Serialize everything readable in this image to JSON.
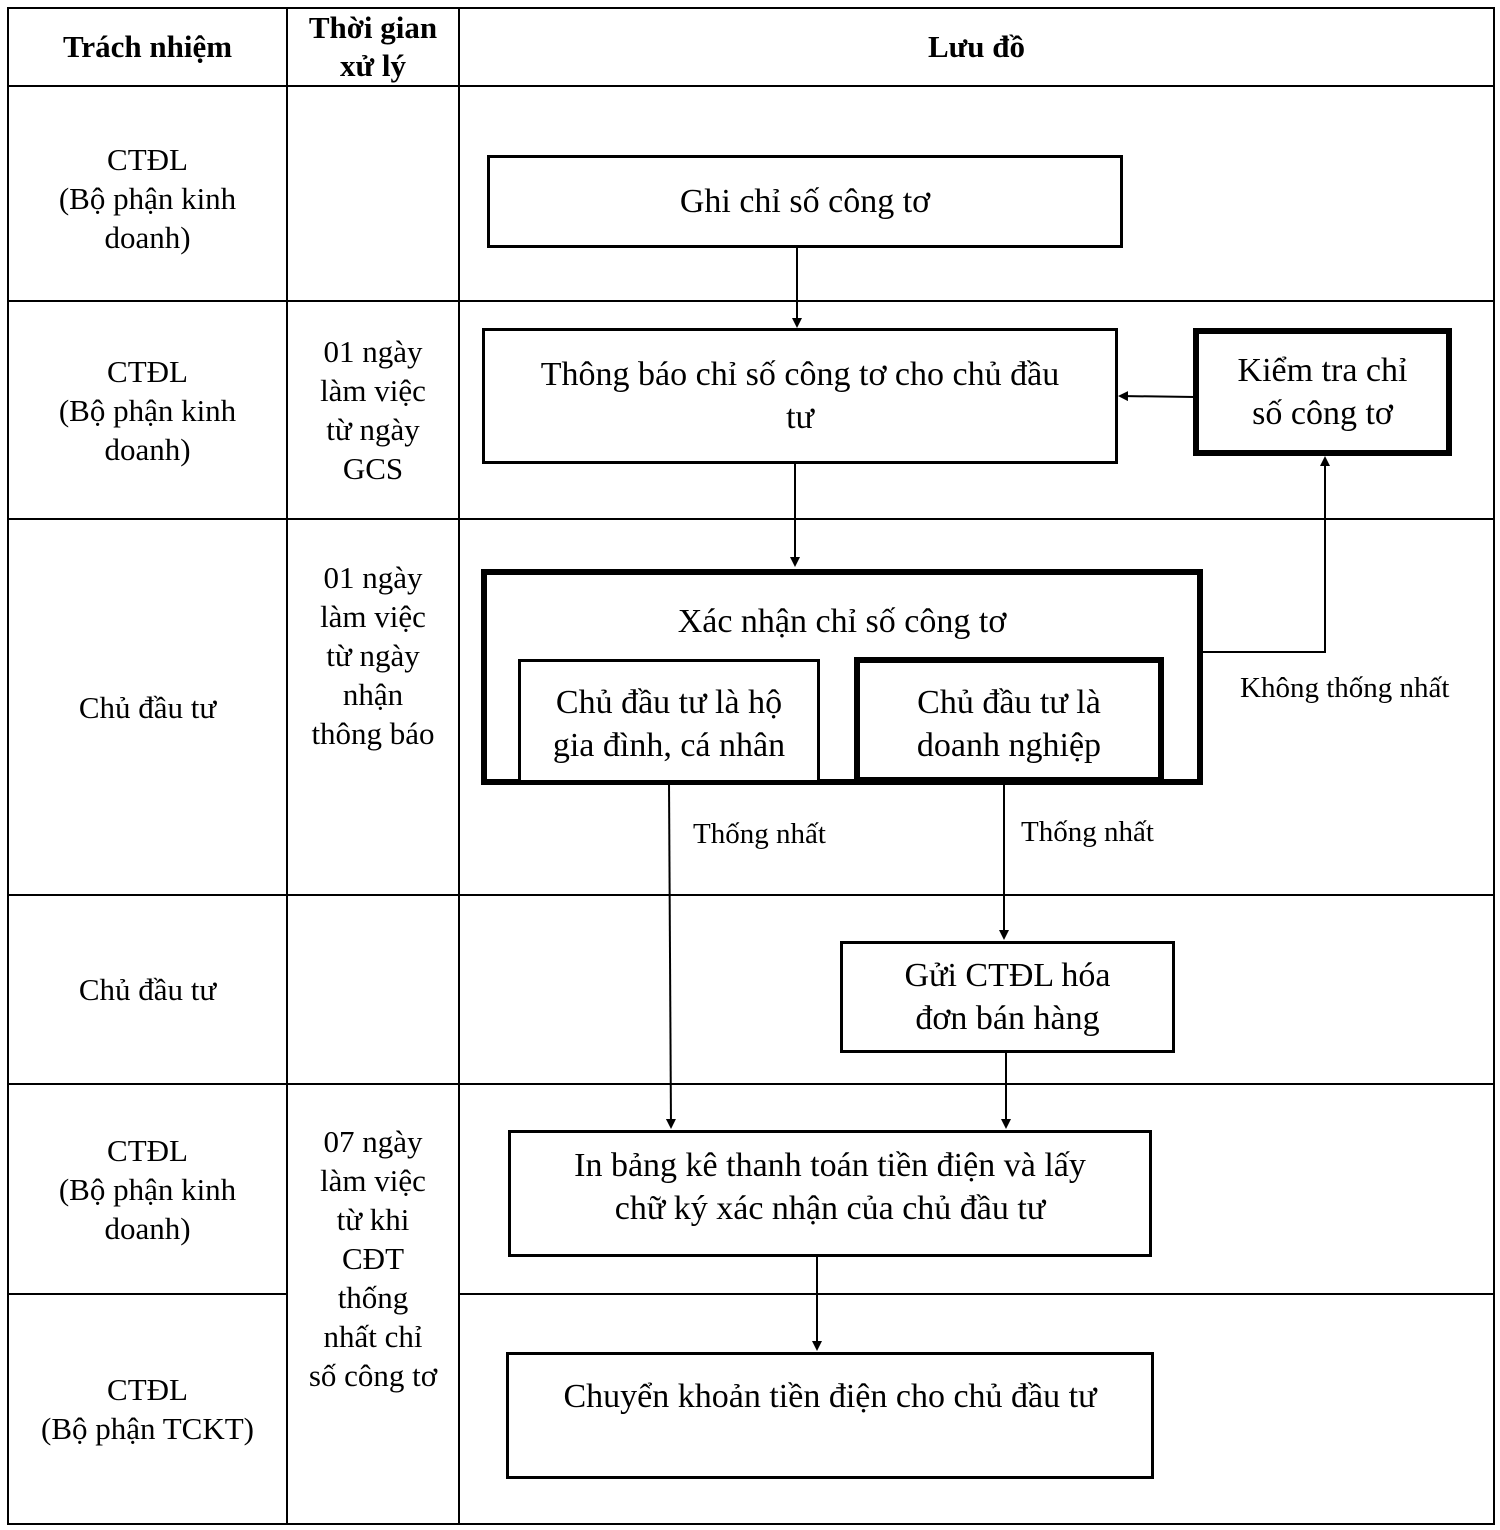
{
  "header": {
    "responsibility": "Trách nhiệm",
    "processing_time_line1": "Thời gian",
    "processing_time_line2": "xử lý",
    "flowchart": "Lưu đồ"
  },
  "rows": [
    {
      "responsibility": [
        "CTĐL",
        "(Bộ phận kinh",
        "doanh)"
      ],
      "time": []
    },
    {
      "responsibility": [
        "CTĐL",
        "(Bộ phận kinh",
        "doanh)"
      ],
      "time": [
        "01 ngày",
        "làm việc",
        "từ ngày",
        "GCS"
      ]
    },
    {
      "responsibility": [
        "Chủ đầu tư"
      ],
      "time": [
        "01 ngày",
        "làm việc",
        "từ ngày",
        "nhận",
        "thông báo"
      ]
    },
    {
      "responsibility": [
        "Chủ đầu tư"
      ],
      "time": []
    },
    {
      "responsibility": [
        "CTĐL",
        "(Bộ phận kinh",
        "doanh)"
      ]
    },
    {
      "responsibility": [
        "CTĐL",
        "(Bộ phận TCKT)"
      ]
    }
  ],
  "merged_time": [
    "07 ngày",
    "làm việc",
    "từ khi",
    "CĐT",
    "thống",
    "nhất chỉ",
    "số công tơ"
  ],
  "flow": {
    "step1": "Ghi chỉ số công tơ",
    "step2": [
      "Thông báo chỉ số công tơ cho chủ đầu",
      "tư"
    ],
    "check": [
      "Kiểm tra chỉ",
      "số công tơ"
    ],
    "confirm_title": "Xác nhận chỉ số công tơ",
    "household": [
      "Chủ đầu tư là hộ",
      "gia đình, cá nhân"
    ],
    "enterprise": [
      "Chủ đầu tư là",
      "doanh nghiệp"
    ],
    "send_invoice": [
      "Gửi CTĐL hóa",
      "đơn bán hàng"
    ],
    "print_statement": [
      "In bảng kê thanh toán tiền điện và lấy",
      "chữ ký xác nhận của chủ đầu tư"
    ],
    "transfer": "Chuyển khoản tiền điện cho chủ đầu tư",
    "label_disagree": "Không thống nhất",
    "label_agree_household": "Thống nhất",
    "label_agree_enterprise": "Thống nhất"
  }
}
